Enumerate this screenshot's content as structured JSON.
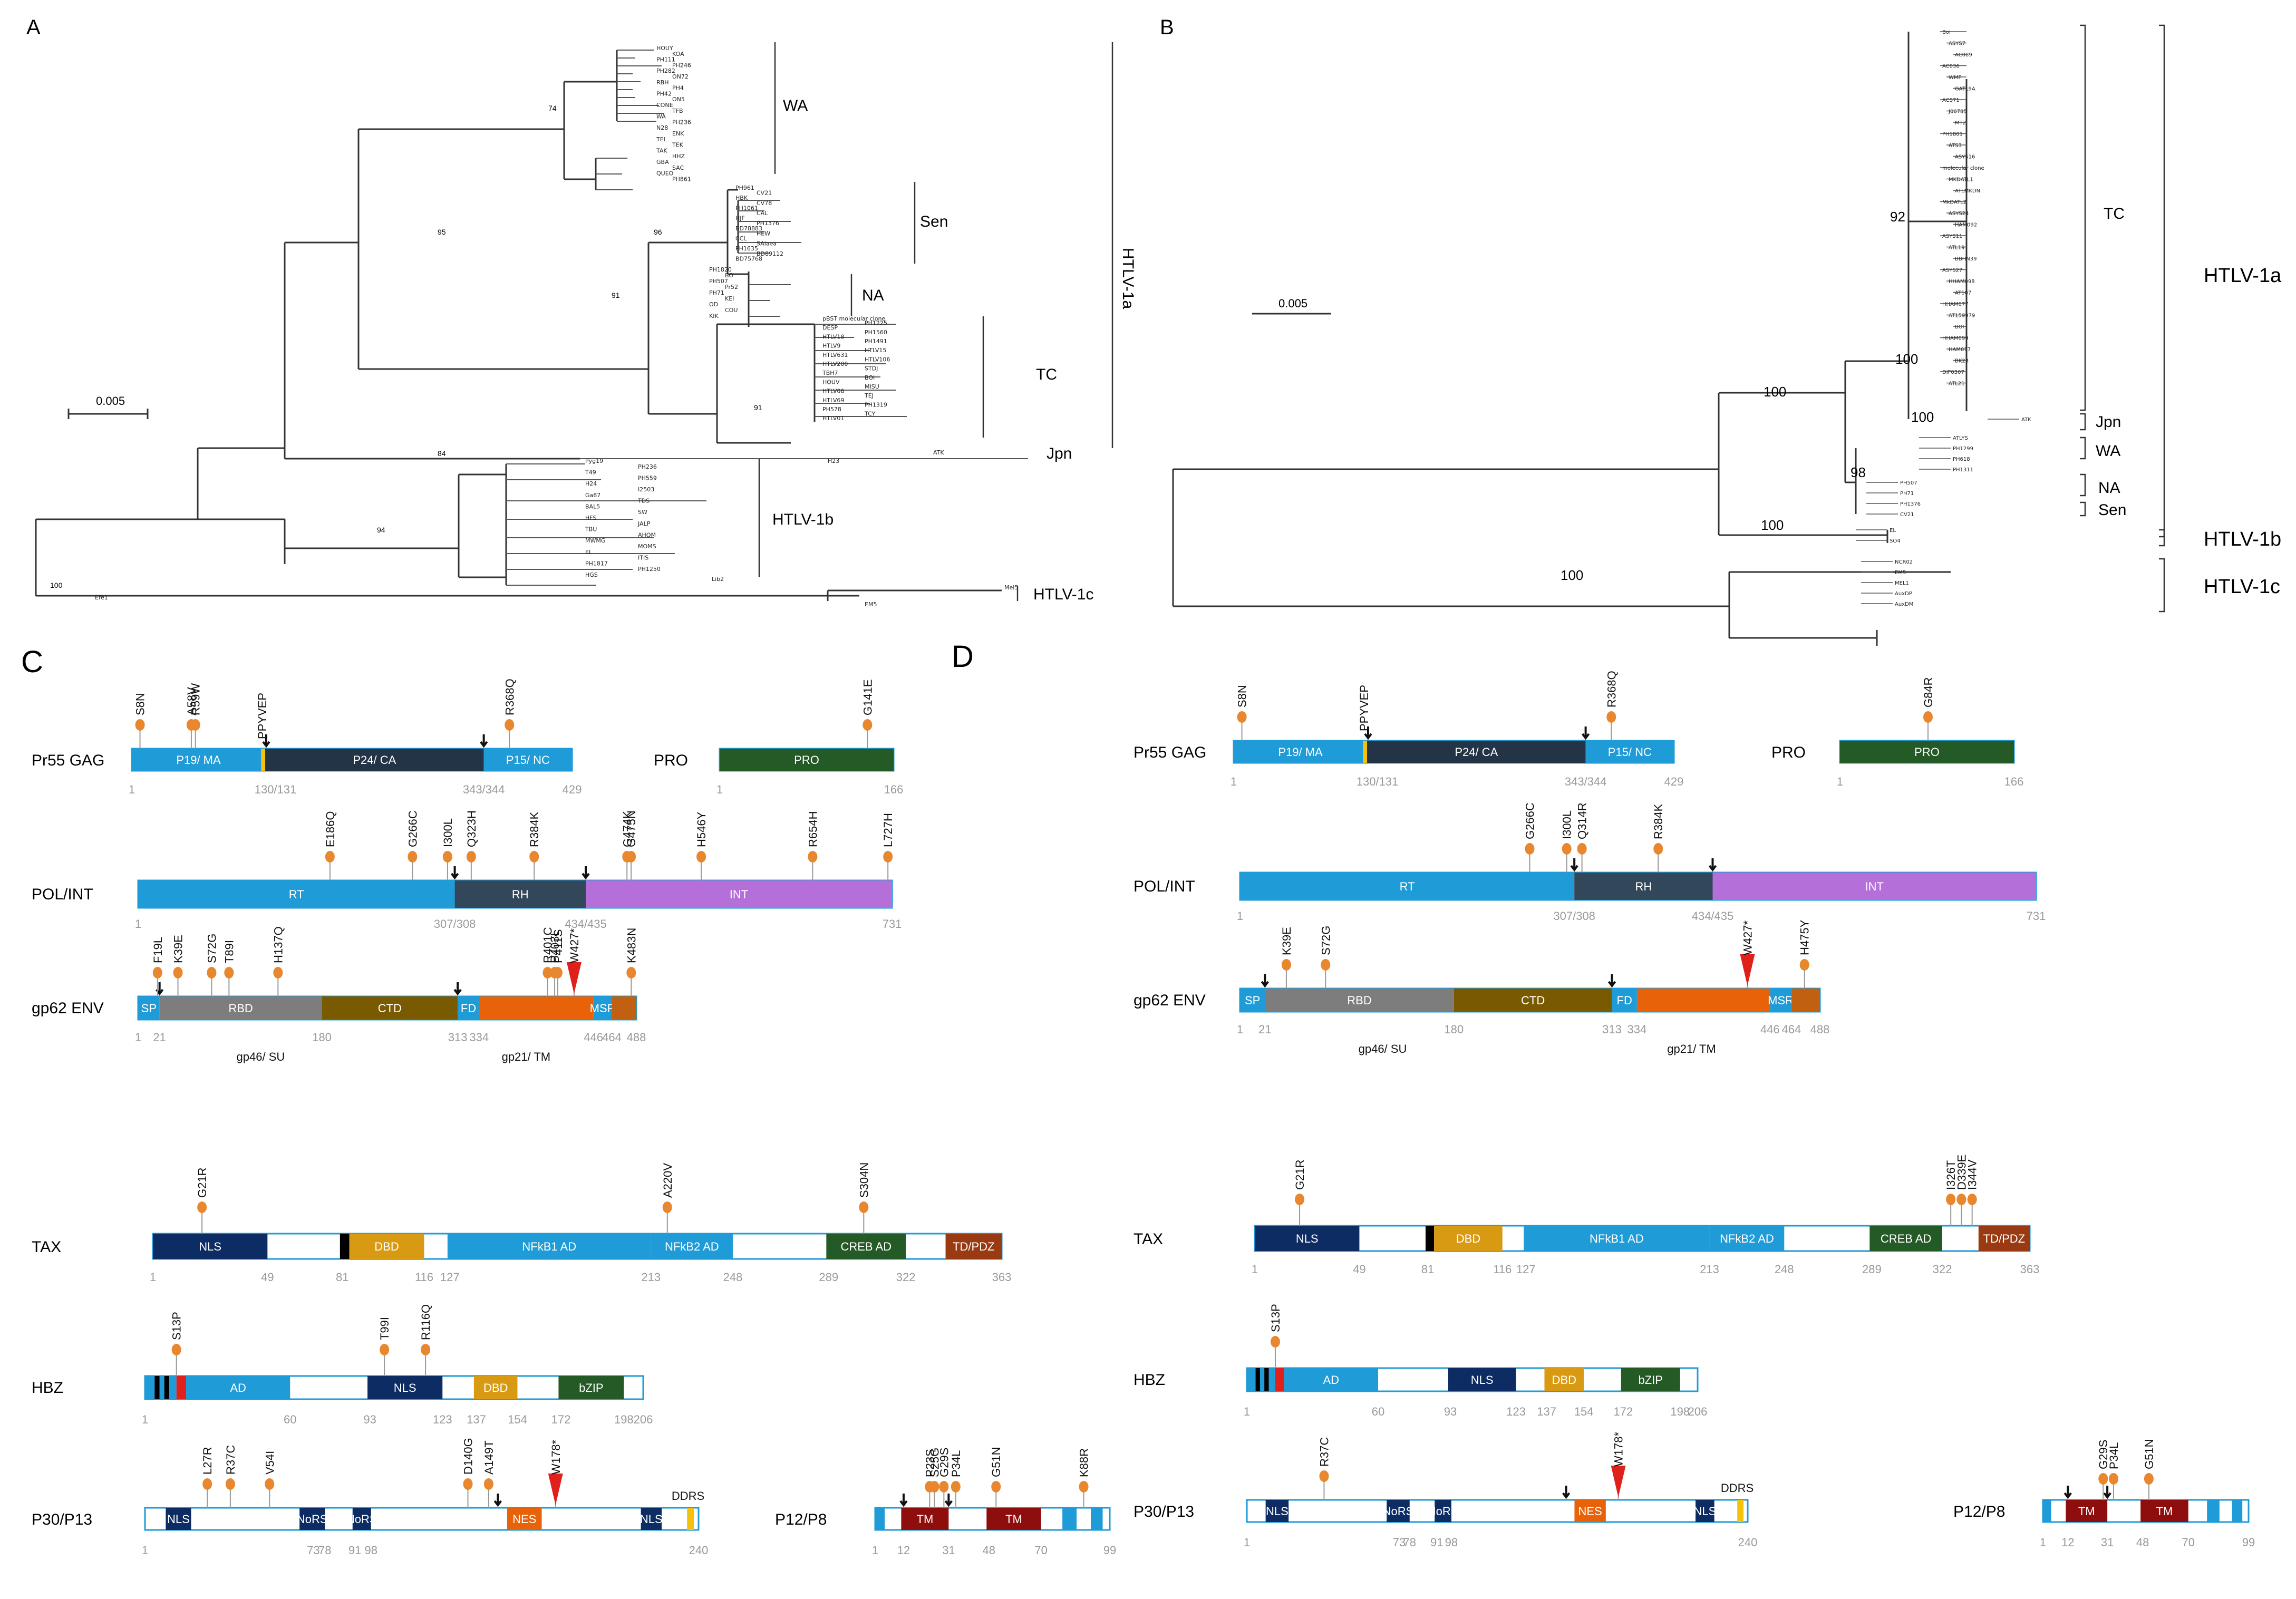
{
  "panels": {
    "A": "A",
    "B": "B",
    "C": "C",
    "D": "D"
  },
  "colors": {
    "blue": "#1f9bd7",
    "darkblue": "#0d2c63",
    "slate": "#33475b",
    "navyband": "#1b3350",
    "green": "#245a25",
    "purple": "#b46fd8",
    "grey": "#7d7d7d",
    "olive": "#7a5a00",
    "orange": "#e8620a",
    "yellow": "#f4c20d",
    "darkred": "#8e0d0d",
    "lollipop": "#e8872e",
    "red": "#e0201b",
    "tc_red": "#e0201b"
  },
  "treeA": {
    "scale": "0.005",
    "labels": {
      "WA": {
        "text": "WA",
        "bootstrap": "74"
      },
      "Sen": {
        "text": "Sen",
        "bootstrap": "96"
      },
      "NA": {
        "text": "NA",
        "bootstrap": "91"
      },
      "TC": {
        "text": "TC",
        "bootstrap": "91"
      },
      "Jpn": {
        "text": "Jpn",
        "bootstrap": "84"
      },
      "HTLV1a": {
        "text": "HTLV-1a",
        "bootstrap": "95"
      },
      "HTLV1b": {
        "text": "HTLV-1b",
        "bootstrap": "94"
      },
      "HTLV1c": {
        "text": "HTLV-1c",
        "bootstrap": "100"
      }
    },
    "wa_taxa": [
      "HOUY",
      "KOA",
      "PH111",
      "PH246",
      "PH282",
      "ON72",
      "RBH",
      "PH4",
      "PH42",
      "ON5",
      "CONE",
      "TFB",
      "WA",
      "PH236",
      "N28",
      "ENK",
      "TEL",
      "TEK",
      "TAK",
      "HHZ",
      "GBA",
      "SAC",
      "QUEO",
      "PH861"
    ],
    "sen_taxa": [
      "PH961",
      "CV21",
      "HBK",
      "CV78",
      "PH1061",
      "CAL",
      "HJF",
      "PH1376",
      "BD78883",
      "HEW",
      "CCL",
      "SAlaea",
      "PH1635",
      "BD89112",
      "BD75768"
    ],
    "na_taxa": [
      "PH1820",
      "BO",
      "PH507",
      "Pr52",
      "PH71",
      "KEI",
      "OD",
      "COU",
      "KIK"
    ],
    "tc_taxa": [
      "pBST molecular clone",
      "PH1225",
      "DESP",
      "PH1560",
      "HTLV18",
      "PH1491",
      "HTLV9",
      "HTLV15",
      "HTLV631",
      "HTLV106",
      "HTLV200",
      "STDJ",
      "TBH7",
      "BOI",
      "HOUV",
      "MISU",
      "HTLV06",
      "TEJ",
      "HTLV69",
      "PH1319",
      "PH578",
      "TCY",
      "HTLV01"
    ],
    "jpn_taxa": [
      "ATK",
      "H23"
    ],
    "b_taxa": [
      "Pyg19",
      "PH236",
      "T49",
      "PH559",
      "H24",
      "I2503",
      "Ga87",
      "TDS",
      "BAL5",
      "SW",
      "HFS",
      "JALP",
      "TBU",
      "AHOM",
      "MWMG",
      "MOMS",
      "EL",
      "ITIS",
      "PH1817",
      "PH1250",
      "HGS"
    ],
    "c_taxa": [
      "Lib2",
      "Efe1",
      "EM5",
      "Mel5"
    ]
  },
  "treeB": {
    "scale": "0.005",
    "clades": {
      "TC": "TC",
      "Jpn": "Jpn",
      "WA": "WA",
      "NA": "NA",
      "Sen": "Sen",
      "HTLV1a": "HTLV-1a",
      "HTLV1b": "HTLV-1b",
      "HTLV1c": "HTLV-1c"
    },
    "bootstraps": [
      "92",
      "100",
      "100",
      "100",
      "98",
      "100",
      "100"
    ],
    "tc_taxa": [
      "Boi",
      "ASYS7",
      "AC089",
      "AC036",
      "WMP",
      "GATL9A",
      "ACS71",
      "J06785",
      "MT2",
      "PH1801",
      "ATS3",
      "ASYS16",
      "molecular clone",
      "MKDATL1",
      "ATLMKDN",
      "MkDATL2",
      "ASYS24",
      "HAM092",
      "ASYS11",
      "ATL19",
      "BBHN39",
      "ASYS27",
      "HHAM098",
      "AT107",
      "HHAM077",
      "AT159979",
      "BOI",
      "HHAM099",
      "HAM017",
      "BK23",
      "DIF0307",
      "ATL21"
    ],
    "jpn_taxa": [
      "ATK"
    ],
    "wa_taxa": [
      "ATLYS",
      "PH1299",
      "PH618",
      "PH1311"
    ],
    "na_taxa": [
      "PH507",
      "PH71"
    ],
    "sen_taxa": [
      "PH1376",
      "CV21"
    ],
    "b_taxa": [
      "EL",
      "SO4"
    ],
    "c_taxa": [
      "NCR02",
      "EM5",
      "MEL1",
      "AuxDP",
      "AuxDM"
    ]
  },
  "proteins": {
    "C": {
      "gag": {
        "name": "Pr55 GAG",
        "domains": [
          "P19/ MA",
          "P24/ CA",
          "P15/ NC"
        ],
        "motif": "PPYVEP",
        "nums": [
          "1",
          "130/131",
          "343/344",
          "429"
        ],
        "muts": [
          "S8N",
          "A58V",
          "R59W",
          "R368Q"
        ]
      },
      "pro": {
        "name": "PRO",
        "domain": "PRO",
        "nums": [
          "1",
          "166"
        ],
        "muts": [
          "G141E"
        ]
      },
      "pol": {
        "name": "POL/INT",
        "domains": [
          "RT",
          "RH",
          "INT"
        ],
        "nums": [
          "1",
          "307/308",
          "434/435",
          "731"
        ],
        "muts": [
          "E186Q",
          "G266C",
          "I300L",
          "Q323H",
          "R384K",
          "G474K",
          "G475N",
          "H546Y",
          "R654H",
          "L727H"
        ]
      },
      "env": {
        "name": "gp62 ENV",
        "domains": [
          "SP",
          "RBD",
          "CTD",
          "FD",
          "MSR"
        ],
        "nums": [
          "1",
          "21",
          "180",
          "313",
          "334",
          "446",
          "464",
          "488"
        ],
        "sub": [
          "gp46/ SU",
          "gp21/ TM"
        ],
        "muts": [
          "F19L",
          "K39E",
          "S72G",
          "T89I",
          "H137Q",
          "R401C",
          "P403L",
          "P411S",
          "W427*",
          "K483N"
        ]
      },
      "tax": {
        "name": "TAX",
        "domains": [
          "NLS",
          "DBD",
          "NFkB1 AD",
          "NFkB2 AD",
          "CREB AD",
          "TD/PDZ"
        ],
        "nums": [
          "1",
          "49",
          "81",
          "116",
          "127",
          "213",
          "248",
          "289",
          "322",
          "363"
        ],
        "muts": [
          "G21R",
          "A220V",
          "S304N"
        ]
      },
      "hbz": {
        "name": "HBZ",
        "domains": [
          "AD",
          "NLS",
          "DBD",
          "bZIP"
        ],
        "nums": [
          "1",
          "60",
          "93",
          "123",
          "137",
          "154",
          "172",
          "198",
          "206"
        ],
        "muts": [
          "S13P",
          "T99I",
          "R116Q"
        ]
      },
      "p30": {
        "name": "P30/P13",
        "domains": [
          "NLS",
          "NoRS",
          "NoRS",
          "NES",
          "NLS"
        ],
        "ddrs": "DDRS",
        "nums": [
          "1",
          "73",
          "78",
          "91",
          "98",
          "240"
        ],
        "muts": [
          "L27R",
          "R37C",
          "V54I",
          "D140G",
          "A149T",
          "W178*"
        ]
      },
      "p12": {
        "name": "P12/P8",
        "domains": [
          "TM",
          "TM"
        ],
        "nums": [
          "1",
          "12",
          "31",
          "48",
          "70",
          "99"
        ],
        "muts": [
          "P23S",
          "S25G",
          "G29S",
          "P34L",
          "G51N",
          "K88R"
        ]
      }
    },
    "D": {
      "gag": {
        "name": "Pr55 GAG",
        "domains": [
          "P19/ MA",
          "P24/ CA",
          "P15/ NC"
        ],
        "motif": "PPYVEP",
        "nums": [
          "1",
          "130/131",
          "343/344",
          "429"
        ],
        "muts": [
          "S8N",
          "R368Q"
        ]
      },
      "pro": {
        "name": "PRO",
        "domain": "PRO",
        "nums": [
          "1",
          "166"
        ],
        "muts": [
          "G84R"
        ]
      },
      "pol": {
        "name": "POL/INT",
        "domains": [
          "RT",
          "RH",
          "INT"
        ],
        "nums": [
          "1",
          "307/308",
          "434/435",
          "731"
        ],
        "muts": [
          "G266C",
          "I300L",
          "Q314R",
          "R384K"
        ]
      },
      "env": {
        "name": "gp62 ENV",
        "domains": [
          "SP",
          "RBD",
          "CTD",
          "FD",
          "MSR"
        ],
        "nums": [
          "1",
          "21",
          "180",
          "313",
          "334",
          "446",
          "464",
          "488"
        ],
        "sub": [
          "gp46/ SU",
          "gp21/ TM"
        ],
        "muts": [
          "K39E",
          "S72G",
          "W427*",
          "H475Y"
        ]
      },
      "tax": {
        "name": "TAX",
        "domains": [
          "NLS",
          "DBD",
          "NFkB1 AD",
          "NFkB2 AD",
          "CREB AD",
          "TD/PDZ"
        ],
        "nums": [
          "1",
          "49",
          "81",
          "116",
          "127",
          "213",
          "248",
          "289",
          "322",
          "363"
        ],
        "muts": [
          "G21R",
          "I326T",
          "D339E",
          "I344V"
        ]
      },
      "hbz": {
        "name": "HBZ",
        "domains": [
          "AD",
          "NLS",
          "DBD",
          "bZIP"
        ],
        "nums": [
          "1",
          "60",
          "93",
          "123",
          "137",
          "154",
          "172",
          "198",
          "206"
        ],
        "muts": [
          "S13P"
        ]
      },
      "p30": {
        "name": "P30/P13",
        "domains": [
          "NLS",
          "NoRS",
          "NoRS",
          "NES",
          "NLS"
        ],
        "ddrs": "DDRS",
        "nums": [
          "1",
          "73",
          "78",
          "91",
          "98",
          "240"
        ],
        "muts": [
          "R37C",
          "W178*"
        ]
      },
      "p12": {
        "name": "P12/P8",
        "domains": [
          "TM",
          "TM"
        ],
        "nums": [
          "1",
          "12",
          "31",
          "48",
          "70",
          "99"
        ],
        "muts": [
          "G29S",
          "P34L",
          "G51N"
        ]
      }
    }
  }
}
